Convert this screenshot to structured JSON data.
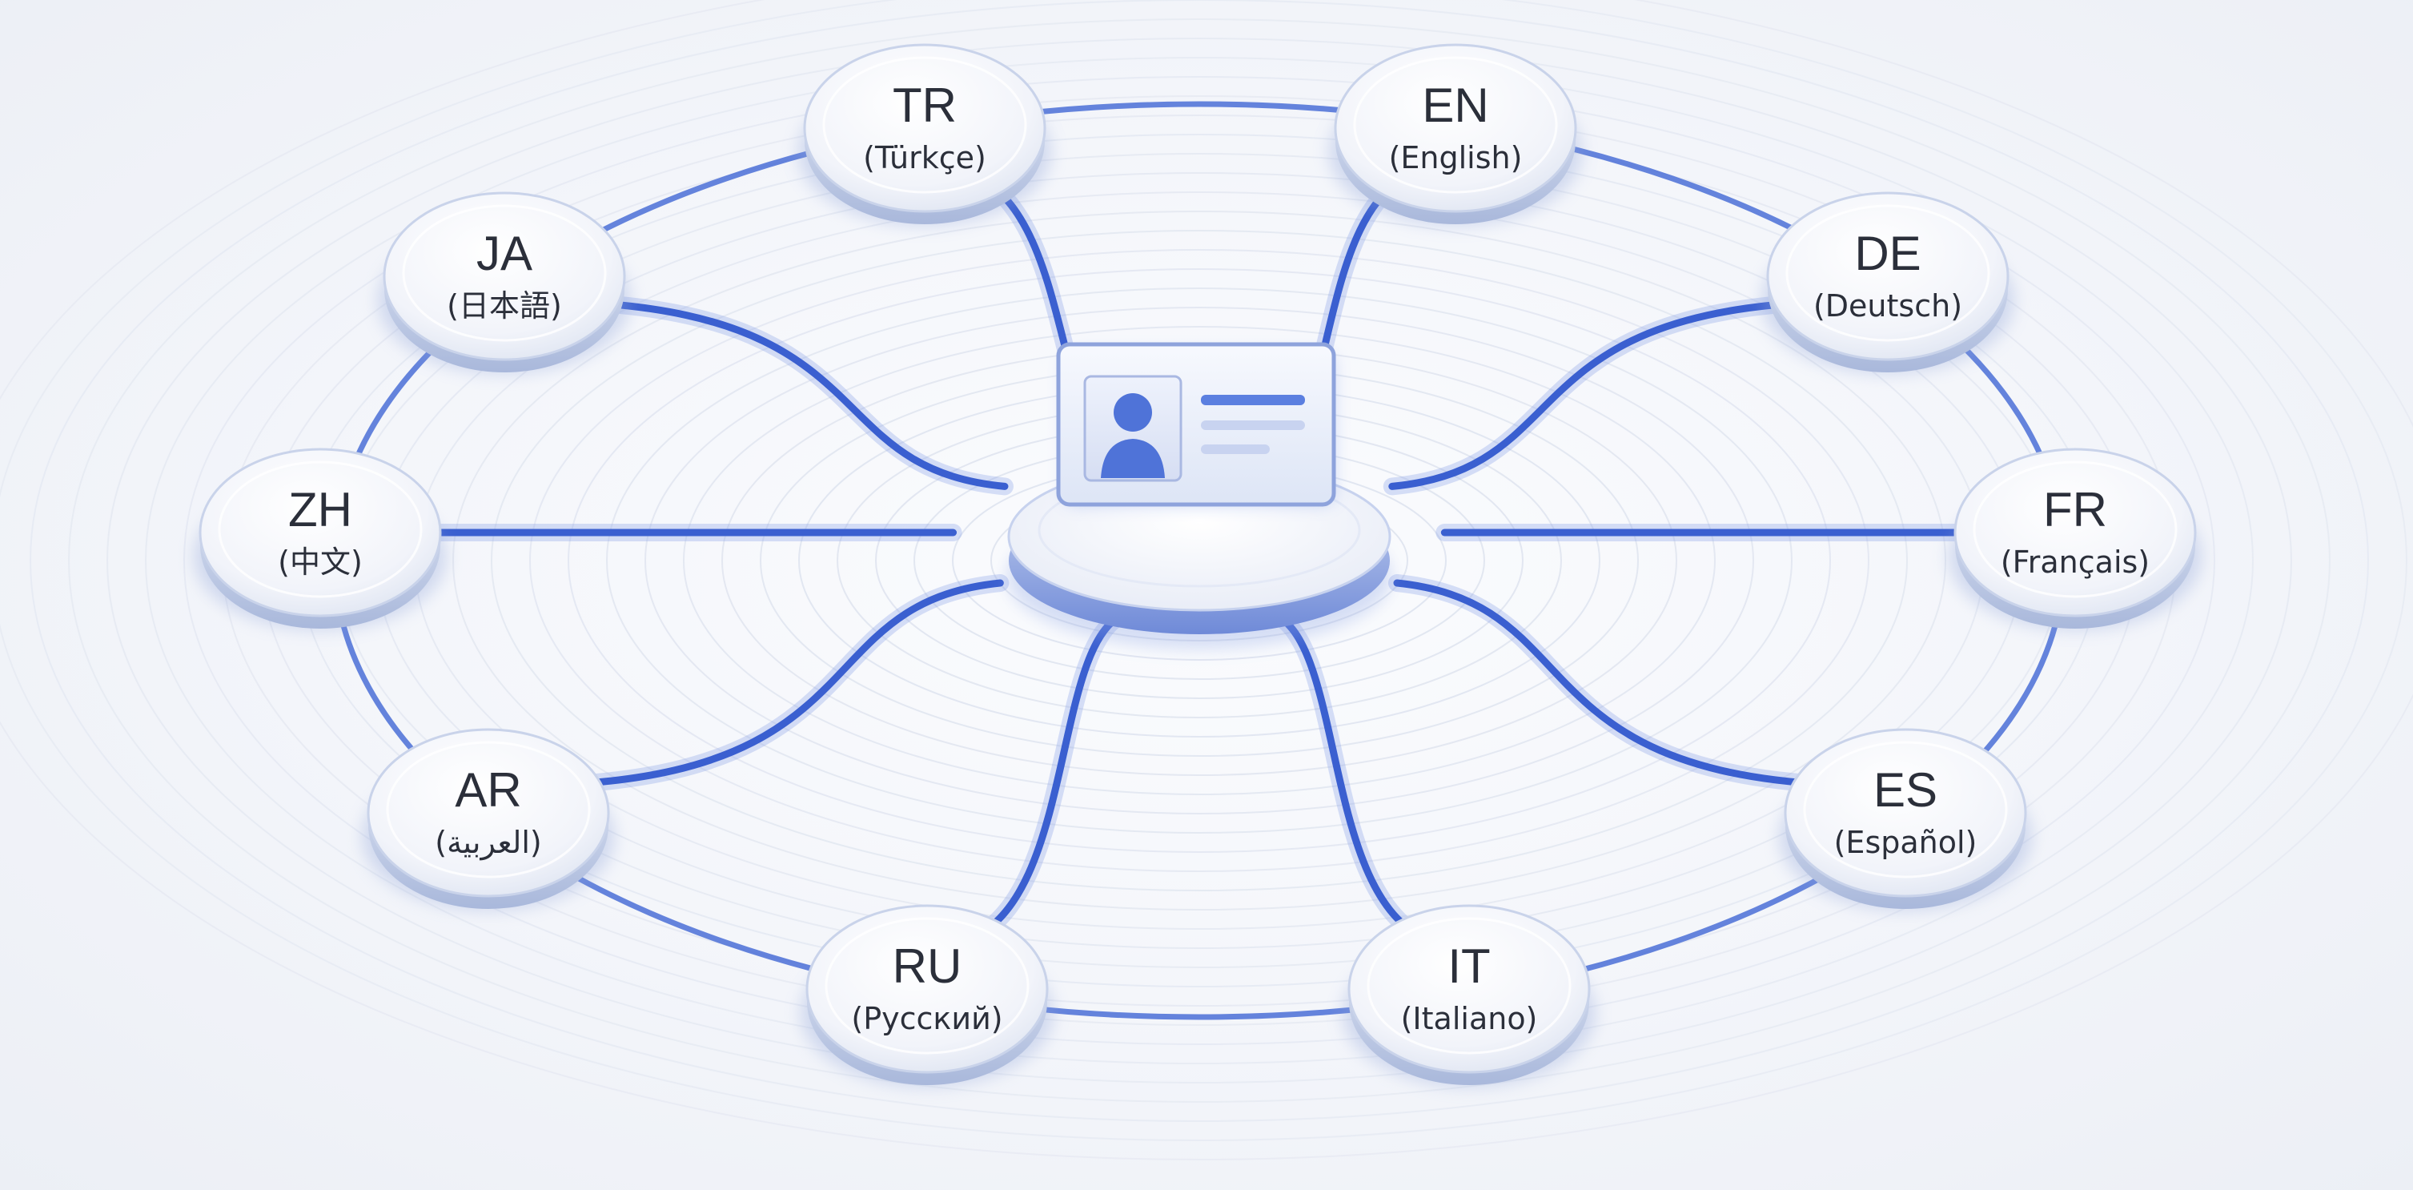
{
  "diagram": {
    "center": {
      "icon": "id-card-icon"
    },
    "languages": [
      {
        "code": "TR",
        "name": "(Türkçe)"
      },
      {
        "code": "EN",
        "name": "(English)"
      },
      {
        "code": "DE",
        "name": "(Deutsch)"
      },
      {
        "code": "FR",
        "name": "(Français)"
      },
      {
        "code": "ES",
        "name": "(Español)"
      },
      {
        "code": "IT",
        "name": "(Italiano)"
      },
      {
        "code": "RU",
        "name": "(Русский)"
      },
      {
        "code": "AR",
        "name": "(العربية)"
      },
      {
        "code": "ZH",
        "name": "(中文)"
      },
      {
        "code": "JA",
        "name": "(日本語)"
      }
    ],
    "colors": {
      "connector": "#3a5fd0",
      "ring": "#4a6fd6",
      "node_fill": "#f4f6fb",
      "node_rim": "#c9d3ea",
      "accent": "#5b7fe0"
    }
  }
}
